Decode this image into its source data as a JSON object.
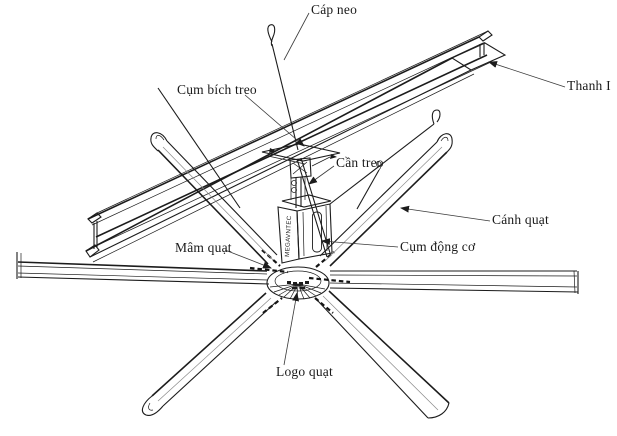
{
  "diagram": {
    "subject": "HVLS ceiling fan suspension assembly on I-beam",
    "colors": {
      "background": "#ffffff",
      "line": "#1c1c1c"
    },
    "labels": {
      "cap_neo": "Cáp neo",
      "thanh_i": "Thanh I",
      "cum_bich_treo": "Cụm bích treo",
      "can_treo": "Cần treo",
      "canh_quat": "Cánh quạt",
      "cum_dong_co": "Cụm động cơ",
      "mam_quat": "Mâm quạt",
      "logo_quat": "Logo quạt"
    },
    "motor": {
      "brand_text": "MEGAVNTEC"
    }
  }
}
